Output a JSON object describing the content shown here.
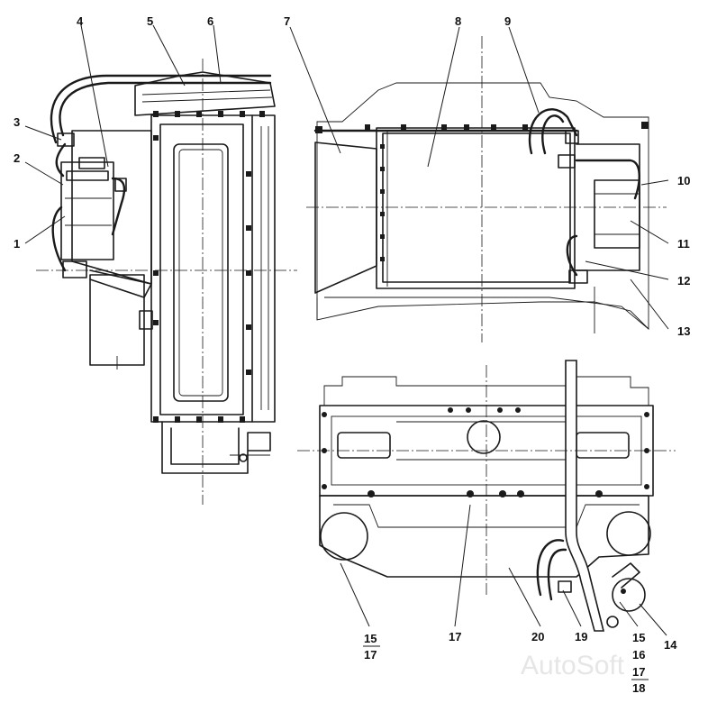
{
  "callouts": {
    "c1": "1",
    "c2": "2",
    "c3": "3",
    "c4": "4",
    "c5": "5",
    "c6": "6",
    "c7": "7",
    "c8": "8",
    "c9": "9",
    "c10": "10",
    "c11": "11",
    "c12": "12",
    "c13": "13",
    "c14": "14",
    "c15a": "15",
    "c17a": "17",
    "c17b": "17",
    "c20": "20",
    "c19": "19",
    "c15b": "15",
    "c16": "16",
    "c17c": "17",
    "c18": "18"
  },
  "watermark": "AutoSoft"
}
